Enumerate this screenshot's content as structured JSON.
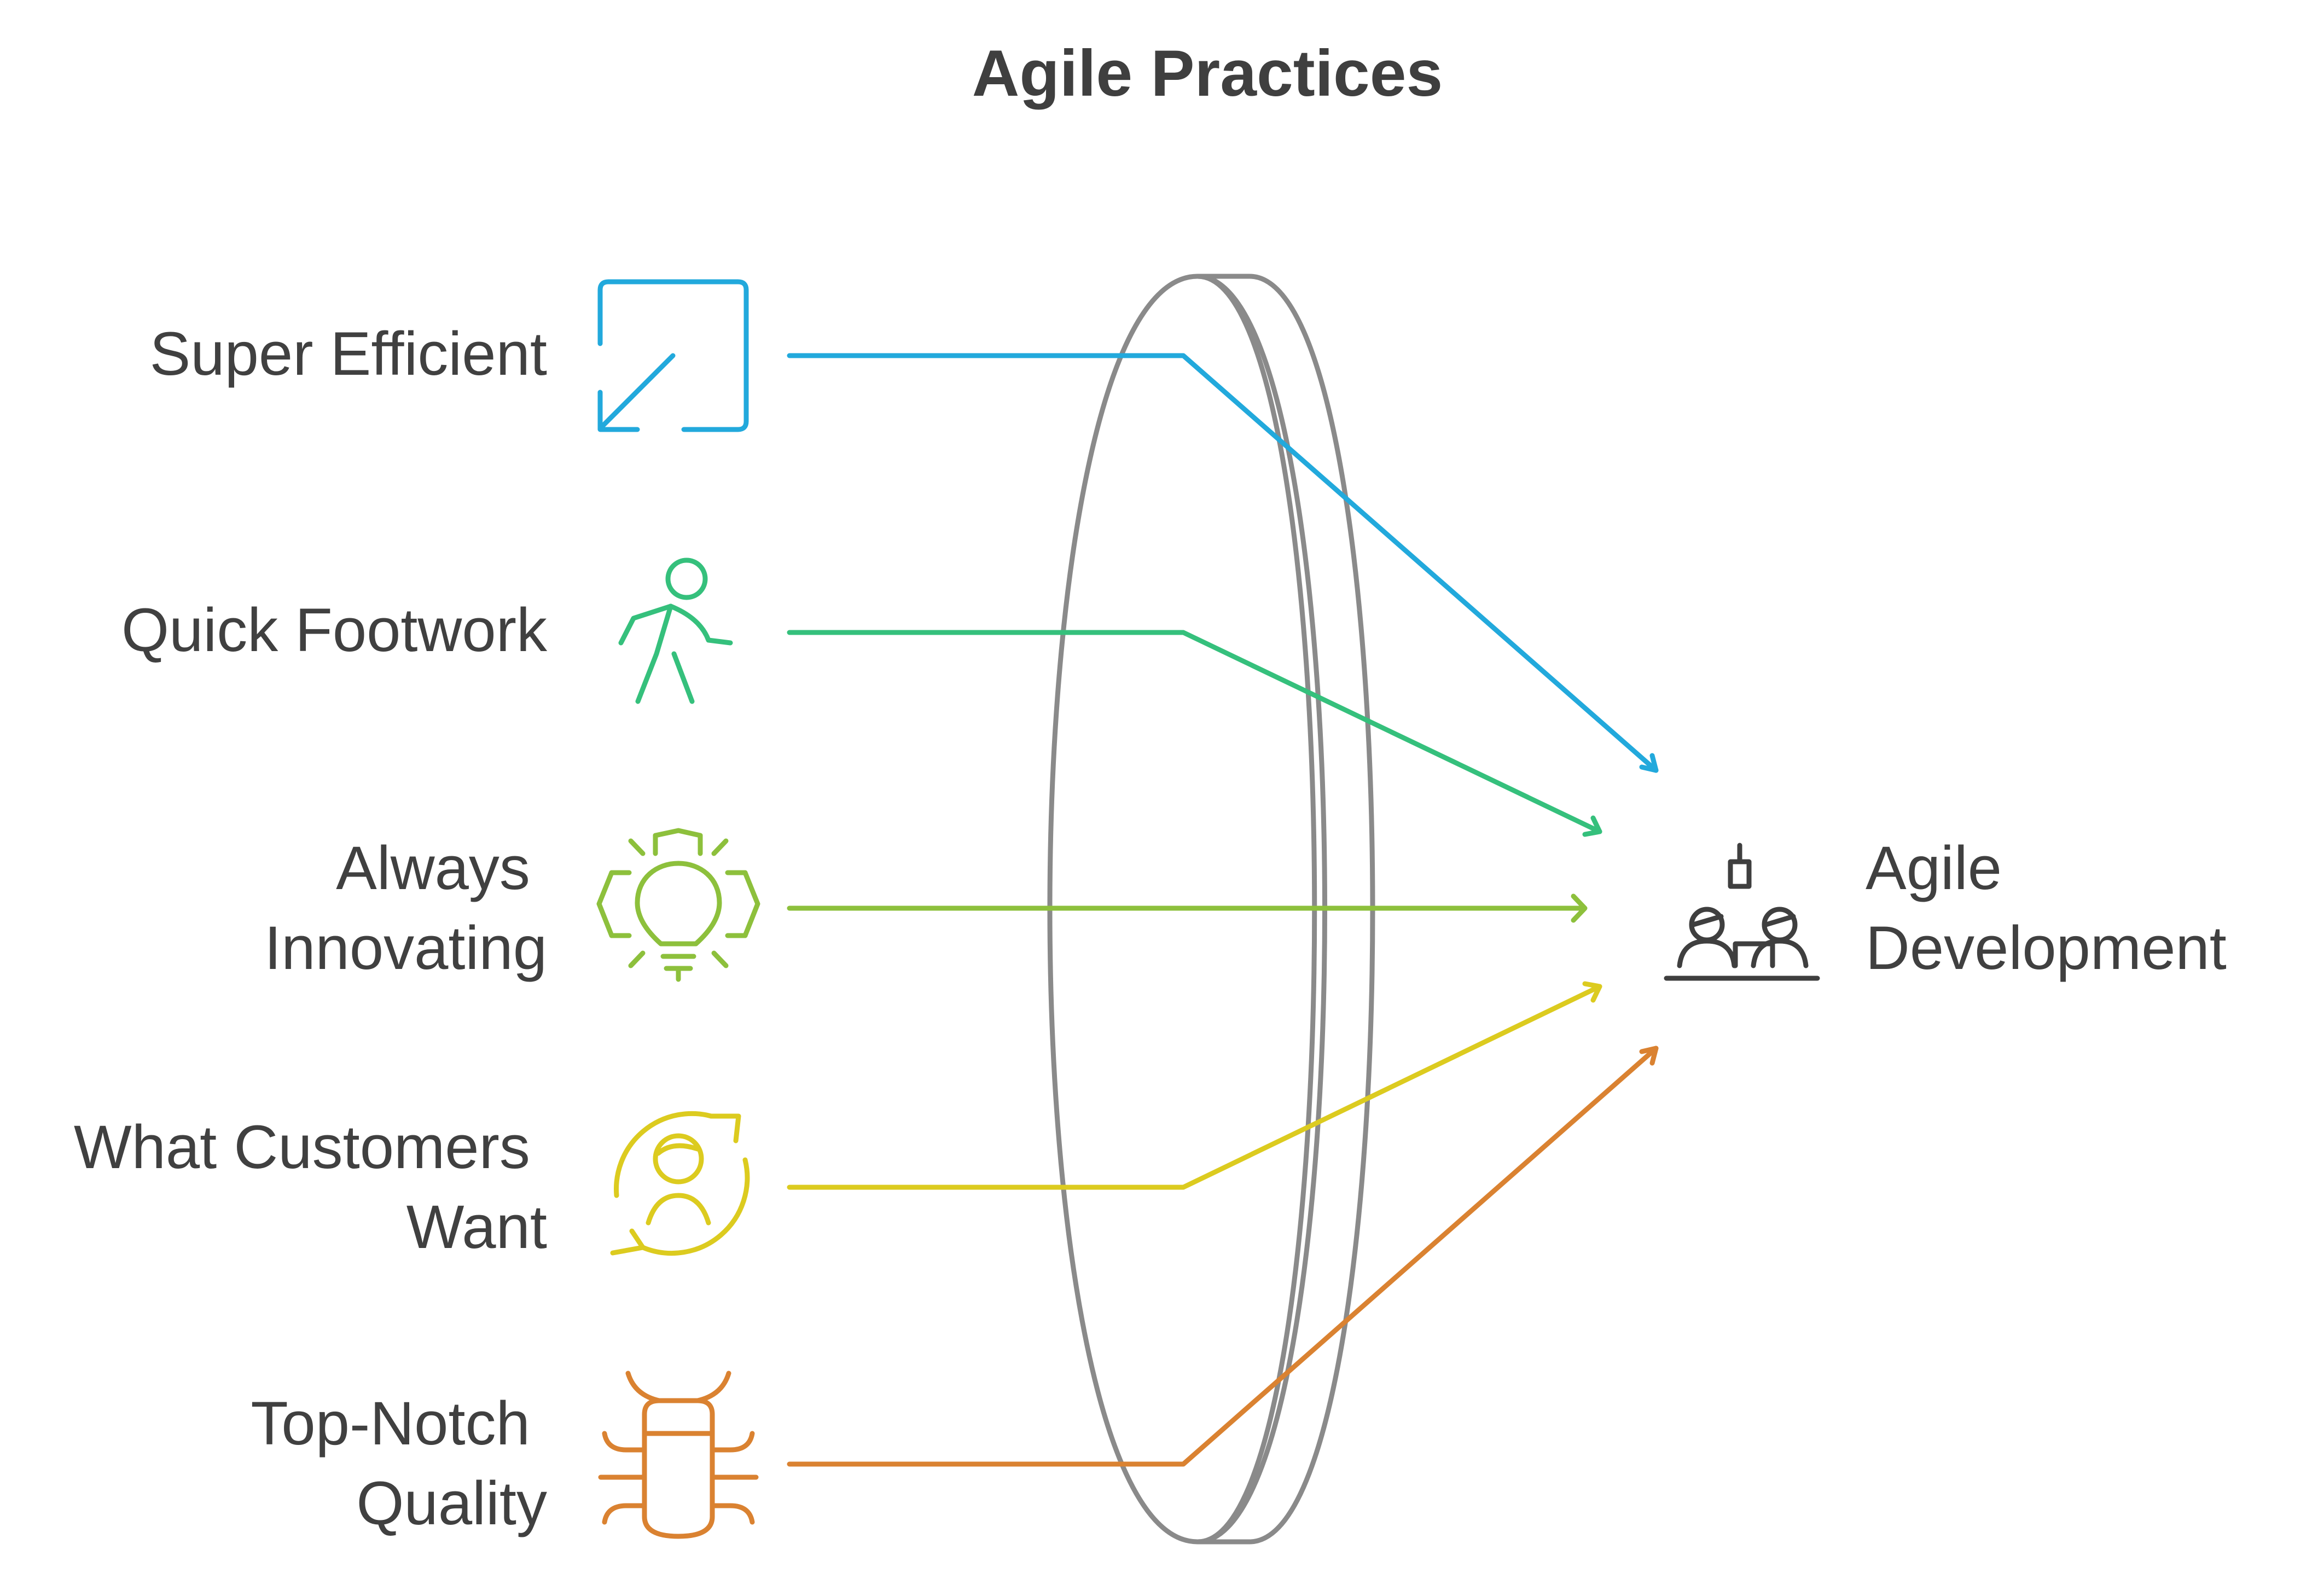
{
  "title": "Agile Practices",
  "target": {
    "lines": [
      "Agile",
      "Development"
    ],
    "icon": "team-at-laptop-icon"
  },
  "lens_color": "#8a8a8a",
  "inputs": [
    {
      "lines": [
        "Super Efficient"
      ],
      "icon": "minimize-arrow-icon",
      "color": "#22a9dc"
    },
    {
      "lines": [
        "Quick Footwork"
      ],
      "icon": "walking-person-icon",
      "color": "#35c07c"
    },
    {
      "lines": [
        "Always",
        "Innovating"
      ],
      "icon": "lightbulb-gear-icon",
      "color": "#8dc03c"
    },
    {
      "lines": [
        "What Customers",
        "Want"
      ],
      "icon": "customer-cycle-icon",
      "color": "#dccb1f"
    },
    {
      "lines": [
        "Top-Notch",
        "Quality"
      ],
      "icon": "bug-icon",
      "color": "#da8231"
    }
  ]
}
